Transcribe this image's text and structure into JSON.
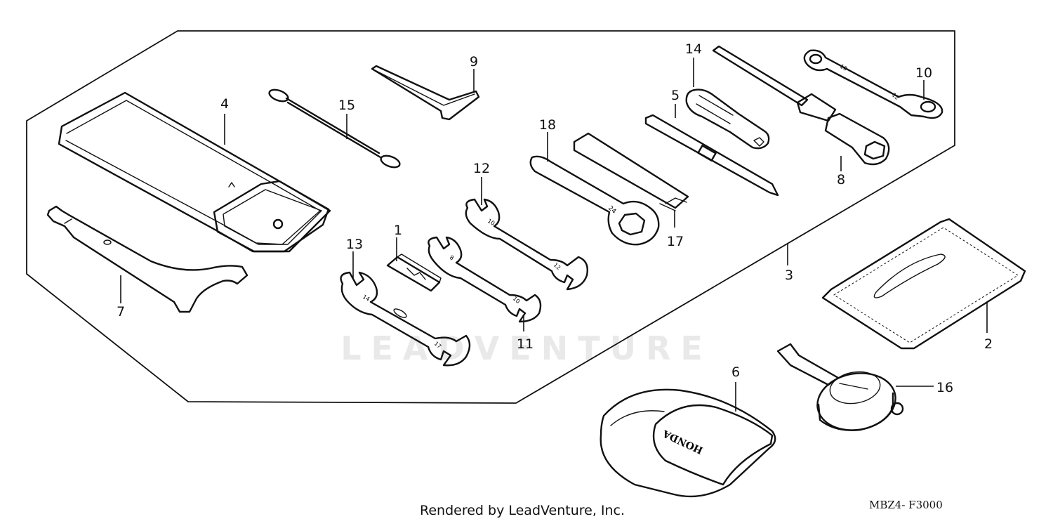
{
  "diagram": {
    "watermark": "LEADVENTURE",
    "credit": "Rendered by LeadVenture, Inc.",
    "figure_code": "MBZ4- F3000",
    "callouts": {
      "c1": "1",
      "c2": "2",
      "c3": "3",
      "c4": "4",
      "c5": "5",
      "c6": "6",
      "c7": "7",
      "c8": "8",
      "c9": "9",
      "c10": "10",
      "c11": "11",
      "c12": "12",
      "c13": "13",
      "c14": "14",
      "c15": "15",
      "c16": "16",
      "c17": "17",
      "c18": "18"
    },
    "engraved": {
      "w12": "12",
      "w12b": "10",
      "w11a": "8",
      "w11b": "10",
      "w13a": "14",
      "w13b": "17",
      "w10a": "10",
      "w10b": "12",
      "w18": "24",
      "bag": "HONDA"
    }
  }
}
